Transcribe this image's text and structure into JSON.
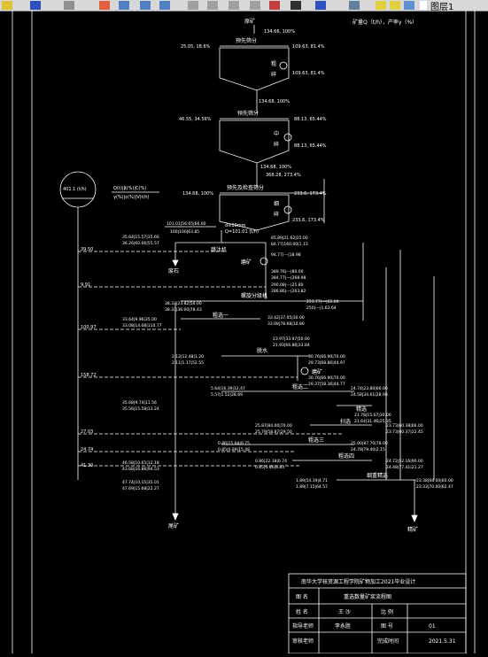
{
  "toolbar": {
    "window_label": "图层1"
  },
  "legend": {
    "units": "矿量Q（t/h），产率γ（%）",
    "water_circle": "401.1 (t/h)",
    "key_row1": "Q(t)|β(%)|C(%)",
    "key_row2": "γ(%)|ε(%)|V(t/h)"
  },
  "flow": {
    "raw_ore": "原矿",
    "raw_ore_values": "134.66, 100%",
    "screen1": "预先筛分",
    "screen1_left": "25.05, 18.6%",
    "screen1_right": "109.63, 81.4%",
    "crush1_a": "粗",
    "crush1_b": "碎",
    "crush1_out": "109.63, 81.4%",
    "stage1_out": "134.68, 100%",
    "screen2": "预先筛分",
    "screen2_left": "46.55, 34.56%",
    "screen2_right": "88.13, 65.44%",
    "crush2_a": "中",
    "crush2_b": "碎",
    "crush2_out": "88.13, 65.44%",
    "stage2_out": "134.68, 100%",
    "recycle": "368.28, 273.4%",
    "screen3": "预先及检查筛分",
    "screen3_left": "134.68, 100%",
    "screen3_right": "233.6, 173.4%",
    "crush3_a": "细",
    "crush3_b": "碎",
    "crush3_out": "233.6, 173.4%",
    "feed_table1": "101.01|56.65|66.60",
    "feed_table2": "100|100|63.85",
    "size": "d≤10mm",
    "feed_flow": "Q=101.01 (t/h)",
    "jig": "跳汰机",
    "waste": "废石",
    "mill1": "磨矿",
    "spiral": "螺旋分级机",
    "rougher1": "粗选一",
    "dewater": "脱水",
    "mill2": "磨矿",
    "rougher2": "粗选二",
    "cleaner": "精选",
    "scavenger": "扫选",
    "sweep3": "粗选三",
    "sweep4": "粗选四",
    "final_clean": "细重精选",
    "tailings": "尾矿",
    "concentrate": "精矿"
  },
  "water": {
    "w1": "39.50",
    "w2": "9.91",
    "w3": "100.97",
    "w4": "158.72",
    "w5": "27.03",
    "w6": "24.74",
    "w7": "41.30"
  },
  "tables": {
    "t1a": "35.64|15.57|35.66",
    "t1b": "36.26|60.06|55.57",
    "t2a": "85.89|21.62|25.00",
    "t2b": "84.77|160.00|1.13",
    "t2c": "94.77|---|18.98",
    "t3a": "389.76|---|80.00",
    "t3b": "384.77|---|268.98",
    "t3c": "290.08|---|25.80",
    "t3d": "286.86|---|263.82",
    "t4a": "38.33|23.82|50.00",
    "t4b": "38.33|36.00|78.43",
    "t4c": "253.77|---|65.00",
    "t4d": "250|---|1.63.64",
    "t5a": "33.64|9.96|35.00",
    "t5b": "33.08|14.08|110.77",
    "t5c": "33.42|37.05|30.00",
    "t5d": "33.08|78.68|10.80",
    "t6a": "23.97|33.97|50.00",
    "t6b": "21.93|66.86|33.84",
    "t7a": "2.12|12.48|1.20",
    "t7b": "2.11|1.17|52.55",
    "t8a": "30.76|66.90|70.00",
    "t8b": "29.73|68.86|44.97",
    "t9a": "30.76|66.90|70.00",
    "t9b": "29.37|58.36|44.77",
    "t10a": "5.64|16.39|12.47",
    "t10b": "5.57|1.52|28.69",
    "t11a": "24.74|23.80|66.00",
    "t11b": "24.58|34.61|28.98",
    "t12a": "35.68|9.74|11.56",
    "t12b": "35.56|15.58|13.24",
    "t13a": "21.78|15.67|30.00",
    "t13b": "21.64|31.46|25.35",
    "t14a": "25.87|84.00|70.00",
    "t14b": "25.79|58.87|29.50",
    "t15a": "23.73|60.38|66.00",
    "t15b": "23.73|60.37|22.45",
    "t16a": "0.86|15.64|0.75",
    "t16b": "0.85|0.89|15.48",
    "t17a": "25.00|87.70|78.00",
    "t17b": "24.78|79.40|2.15",
    "t18a": "46.58|10.65|12.18",
    "t18b": "43.68|16.86|94.53",
    "t19a": "0.86|22.18|0.74",
    "t19b": "0.85|0.86|8.83",
    "t20a": "24.72|52.16|90.00",
    "t20b": "24.48|77.41|21.27",
    "t21a": "47.74|10.15|35.01",
    "t21b": "47.69|15.68|22.27",
    "t22a": "1.89|54.19|4.71",
    "t22b": "1.89|7.15|64.57",
    "t23a": "23.38|68.00|60.00",
    "t23b": "23.33|70.00|62.47"
  },
  "title_block": {
    "school": "南华大学核资源工程学院矿物加工2021毕业设计",
    "row1_label": "图 名",
    "row1_value": "重选数量矿浆流程图",
    "row2_a": "姓 名",
    "row2_b": "王 沙",
    "row2_c": "比 例",
    "row3_a": "指导老师",
    "row3_b": "李永胜",
    "row3_c": "图 号",
    "row3_d": "01",
    "row4_a": "审核老师",
    "row4_b": "完成时间",
    "row4_c": "2021.5.31"
  }
}
